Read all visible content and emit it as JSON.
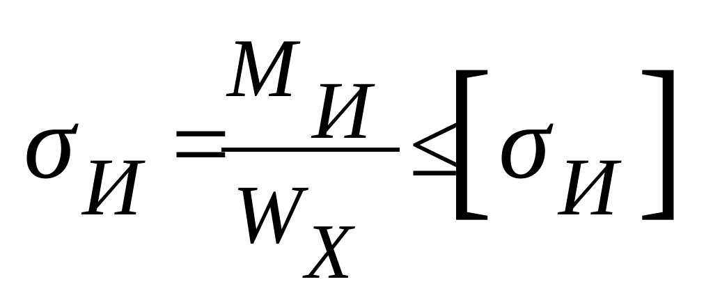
{
  "formula": {
    "left_symbol": "σ",
    "left_subscript": "И",
    "equals": "=",
    "numerator_symbol": "M",
    "numerator_subscript": "И",
    "denominator_symbol": "W",
    "denominator_subscript": "X",
    "relation": "≤",
    "right_open_bracket": "[",
    "right_symbol": "σ",
    "right_subscript": "И",
    "right_close_bracket": "]"
  }
}
